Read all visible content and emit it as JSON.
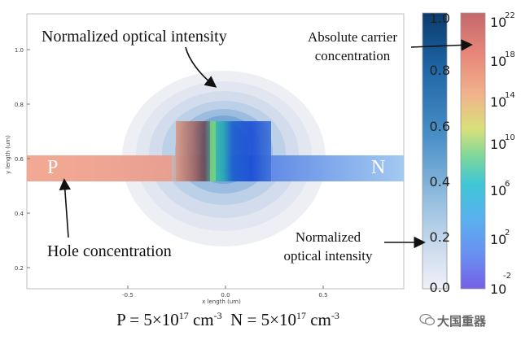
{
  "plot": {
    "x_ticks": [
      "-0.5",
      "0.0",
      "0.5"
    ],
    "y_ticks": [
      "1.0",
      "0.8",
      "0.6",
      "0.4",
      "0.2"
    ],
    "x_axis_label": "x length (um)",
    "y_axis_label": "y length (um)"
  },
  "regions": {
    "p_label": "P",
    "n_label": "N"
  },
  "annotations": {
    "top_intensity": "Normalized optical intensity",
    "hole": "Hole concentration",
    "carrier_line1": "Absolute carrier",
    "carrier_line2": "concentration",
    "intensity_line1": "Normalized",
    "intensity_line2": "optical intensity"
  },
  "colorbar_intensity": {
    "ticks": [
      "1.0",
      "0.8",
      "0.6",
      "0.4",
      "0.2",
      "0.0"
    ],
    "colors": {
      "top": "#0b3a6b",
      "mid": "#4a90c8",
      "bottom": "#f0f0f7"
    }
  },
  "colorbar_carrier": {
    "ticks": [
      {
        "base": "10",
        "exp": "22"
      },
      {
        "base": "10",
        "exp": "18"
      },
      {
        "base": "10",
        "exp": "14"
      },
      {
        "base": "10",
        "exp": "10"
      },
      {
        "base": "10",
        "exp": "6"
      },
      {
        "base": "10",
        "exp": "2"
      },
      {
        "base": "10",
        "exp": "-2"
      }
    ]
  },
  "formula": {
    "p_part": "P = 5×10",
    "p_exp": "17",
    "p_unit": " cm",
    "p_unit_exp": "-3",
    "n_part": "  N = 5×10",
    "n_exp": "17",
    "n_unit": " cm",
    "n_unit_exp": "-3"
  },
  "watermark": "大国重器"
}
